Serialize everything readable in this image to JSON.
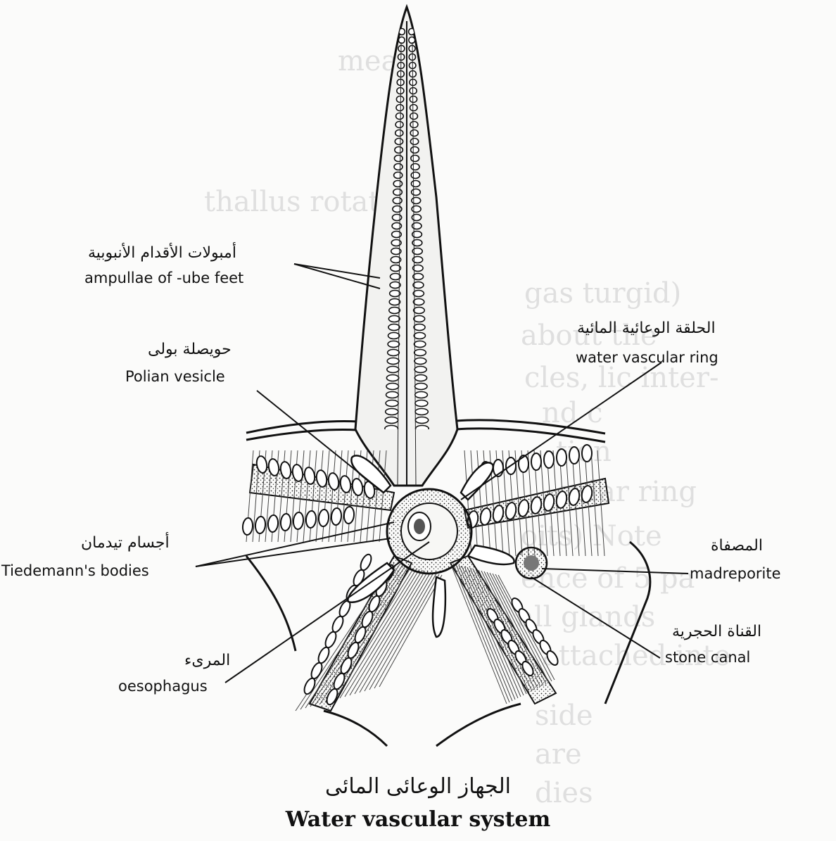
{
  "labels": {
    "ampullae": {
      "ar": "أمبولات الأقدام الأنبوبية",
      "en": "ampullae of ‑ube feet"
    },
    "polian": {
      "ar": "حويصلة بولى",
      "en": "Polian vesicle"
    },
    "ring": {
      "ar": "الحلقة الوعائية المائية",
      "en": "water vascular ring"
    },
    "tiedemann": {
      "ar": "أجسام تيدمان",
      "en": "Tiedemann's bodies"
    },
    "madreporite": {
      "ar": "المصفاة",
      "en": "madreporite"
    },
    "stone": {
      "ar": "القناة الحجرية",
      "en": "stone canal"
    },
    "oesophagus": {
      "ar": "المرىء",
      "en": "oesophagus"
    }
  },
  "caption": {
    "ar": "الجهاز الوعائى المائى",
    "en": "Water vascular system"
  }
}
